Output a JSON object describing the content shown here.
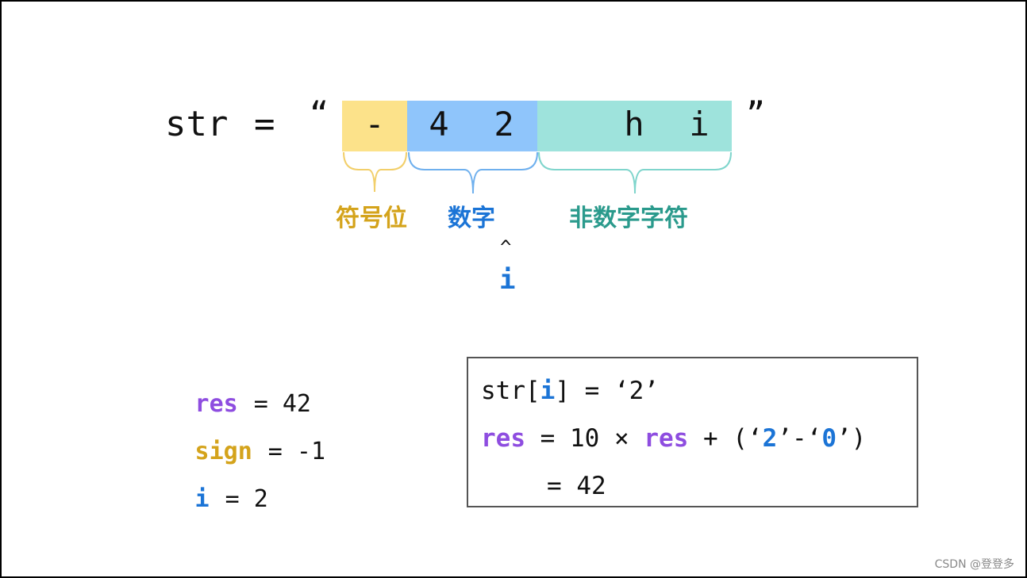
{
  "colors": {
    "sign_fill": "#fce28a",
    "digit_fill": "#8fc5fb",
    "other_fill": "#9ee3dc",
    "sign_text": "#d4a31b",
    "digit_text": "#1b74d6",
    "other_text": "#2a9a8c",
    "var_res": "#8e4de0",
    "var_sign": "#d4a31b",
    "var_i": "#1b74d6"
  },
  "expr": {
    "lhs": "str",
    "eq": "=",
    "open_quote": "“",
    "close_quote": "”",
    "chars": [
      "-",
      "4",
      "2",
      "h",
      "i"
    ]
  },
  "labels": {
    "sign": "符号位",
    "digit": "数字",
    "other": "非数字字符"
  },
  "pointer": {
    "caret": "^",
    "name": "i"
  },
  "state": {
    "res_name": "res",
    "res_value": "= 42",
    "sign_name": "sign",
    "sign_value": "= -1",
    "i_name": "i",
    "i_value": "= 2"
  },
  "code": {
    "l1_a": "str[",
    "l1_i": "i",
    "l1_b": "] = ‘2’",
    "l2_res": "res",
    "l2_mid": " = 10 × ",
    "l2_res2": "res",
    "l2_plus": " + (‘",
    "l2_two": "2",
    "l2_sep": "’-‘",
    "l2_zero": "0",
    "l2_end": "’)",
    "l3": "= 42"
  },
  "watermark": "CSDN @登登多"
}
